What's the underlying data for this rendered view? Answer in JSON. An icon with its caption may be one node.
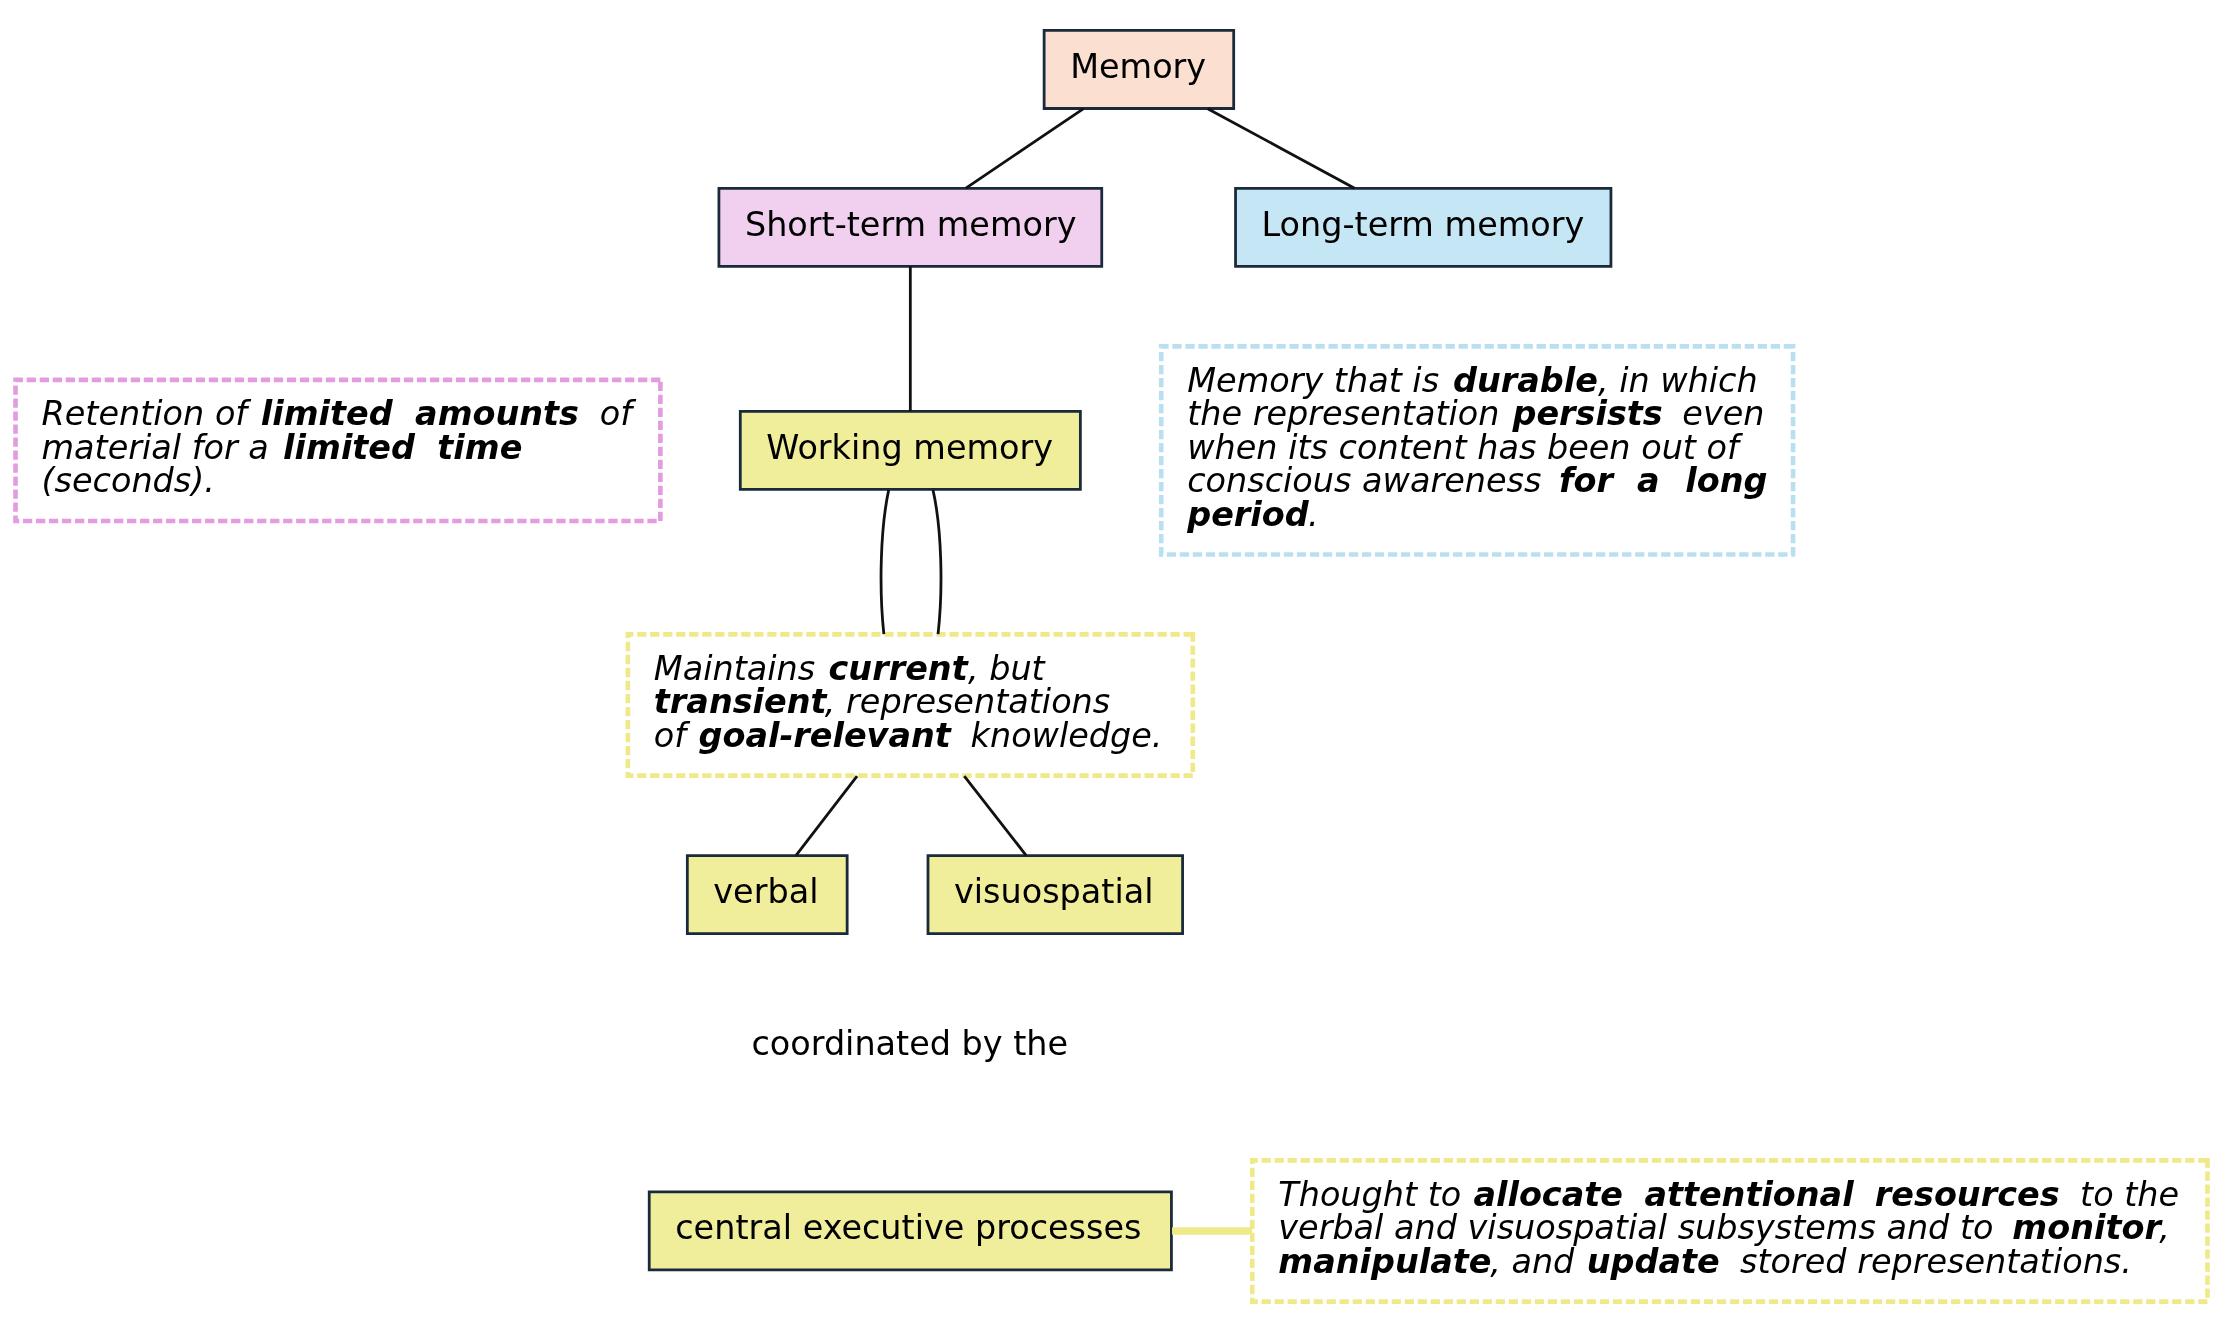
{
  "diagram": {
    "nodes": [
      {
        "text": [
          "Memory"
        ]
      },
      {
        "text": [
          "Short-term memory"
        ]
      },
      {
        "text": [
          "Long-term memory"
        ]
      },
      {
        "text": [
          "Retention of **limited amounts** of material for a **limited time** (seconds)."
        ]
      },
      {
        "text": [
          "Memory that is **durable**, in which the representation **persists** even when its content has been out of conscious awareness **for a long period**."
        ]
      },
      {
        "text": [
          "Working memory"
        ]
      },
      {
        "text": [
          "Maintains **current**, but **transient**, representations of **goal-relevant** knowledge."
        ]
      },
      {
        "text": [
          "verbal"
        ]
      },
      {
        "text": [
          "visuospatial"
        ]
      },
      {
        "text": [
          "central executive processes"
        ]
      },
      {
        "text": [
          "Thought to **allocate attentional resources** to the verbal and visuospatial subsystems and to **monitor**, **manipulate**, and **update** stored representations."
        ]
      }
    ],
    "edges": [
      {
        "from": 0,
        "to": 1,
        "arrow": "none"
      },
      {
        "from": 0,
        "to": 2,
        "arrow": "none"
      },
      {
        "from": 1,
        "to": 5,
        "arrow": "none"
      },
      {
        "from": 5,
        "to": 6,
        "arrow": "none"
      },
      {
        "from": 5,
        "to": 6,
        "arrow": "none"
      },
      {
        "from": 6,
        "to": 7,
        "arrow": "none"
      },
      {
        "from": 6,
        "to": 8,
        "arrow": "none"
      },
      {
        "from": 9,
        "to": 10,
        "arrow": "none",
        "style": "thick",
        "color": "#efe98a"
      }
    ],
    "labels": [
      "coordinated by the"
    ]
  }
}
